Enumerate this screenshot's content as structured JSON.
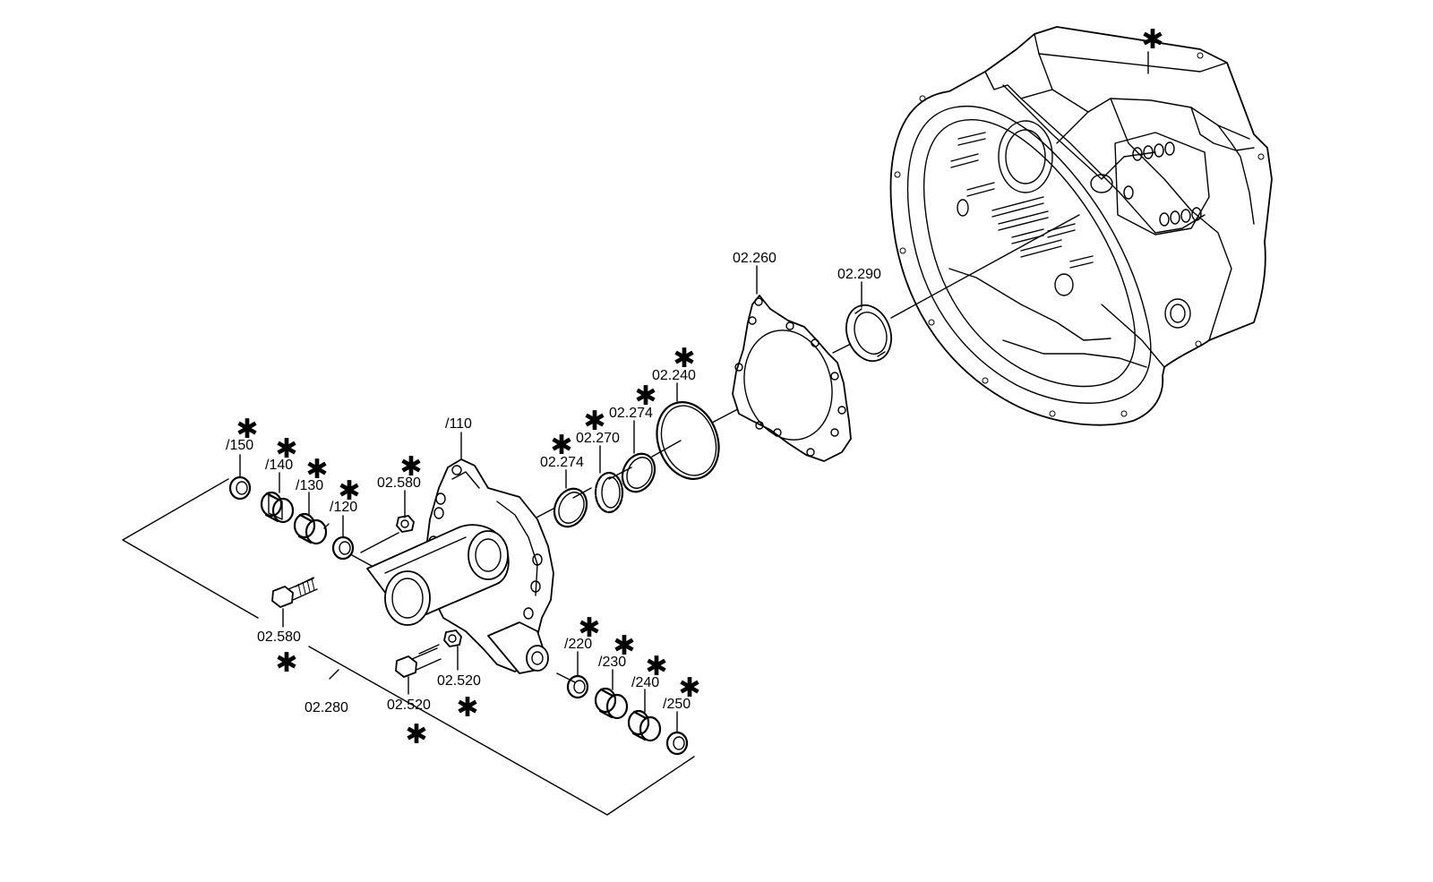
{
  "labels": {
    "p150": "/150",
    "p140": "/140",
    "p130": "/130",
    "p120": "/120",
    "p110": "/110",
    "p02580_nut": "02.580",
    "p02580_bolt": "02.580",
    "p02280": "02.280",
    "p02520_bolt": "02.520",
    "p02520_nut": "02.520",
    "p220": "/220",
    "p230": "/230",
    "p240": "/240",
    "p250": "/250",
    "p02274_a": "02.274",
    "p02270": "02.270",
    "p02274_b": "02.274",
    "p02240": "02.240",
    "p02260": "02.260",
    "p02290": "02.290"
  },
  "marker": "✱"
}
